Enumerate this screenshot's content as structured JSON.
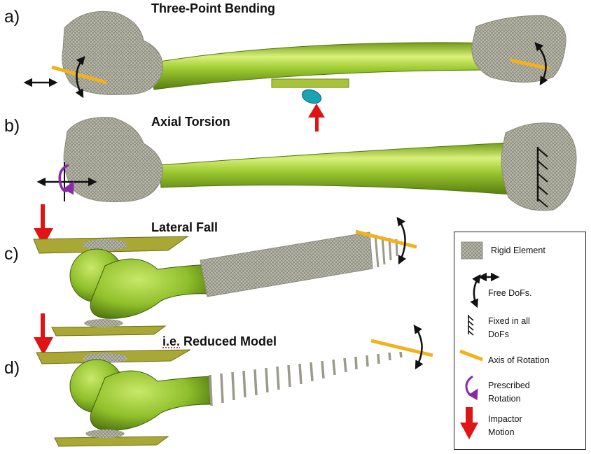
{
  "panels": [
    {
      "letter": "a)",
      "title": "Three-Point Bending"
    },
    {
      "letter": "b)",
      "title": "Axial Torsion"
    },
    {
      "letter": "c)",
      "title": "Lateral Fall"
    },
    {
      "letter": "d)",
      "title_prefix": "i.e.",
      "title_rest": " Reduced Model"
    }
  ],
  "legend": {
    "items": [
      {
        "icon": "rigid-element-icon",
        "label": "Rigid Element"
      },
      {
        "icon": "free-dofs-icon",
        "label": "Free DoFs."
      },
      {
        "icon": "fixed-all-dofs-icon",
        "label_line1": "Fixed in all",
        "label_line2": "DoFs"
      },
      {
        "icon": "axis-of-rotation-icon",
        "label": "Axis of Rotation"
      },
      {
        "icon": "prescribed-rotation-icon",
        "label_line1": "Prescribed",
        "label_line2": "Rotation"
      },
      {
        "icon": "impactor-motion-icon",
        "label_line1": "Impactor",
        "label_line2": "Motion"
      }
    ]
  },
  "colors": {
    "bone": "#8fbf2a",
    "bone_dark": "#5e8a12",
    "bone_light": "#d9f07a",
    "mesh": "#9a9a8c",
    "axis": "#f2b21c",
    "impactor": "#e01414",
    "rotation": "#8a2aa8",
    "plate": "#a9a835",
    "roller": "#1aa3b5"
  }
}
